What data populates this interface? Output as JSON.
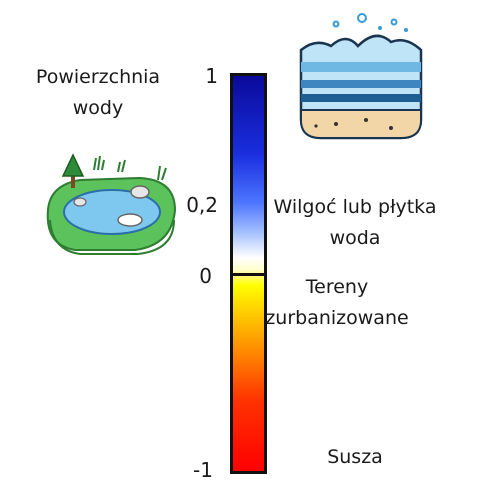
{
  "labels": {
    "water_surface": "Powierzchnia wody",
    "moisture": "Wilgoć lub płytka woda",
    "urban": "Tereny zurbanizowane",
    "drought": "Susza"
  },
  "scale": {
    "ticks": [
      "1",
      "0,2",
      "0",
      "-1"
    ],
    "colors": {
      "top": "#0a0a9a",
      "mid": "#ffffff",
      "yellow": "#ffff00",
      "bottom": "#ff0000"
    }
  },
  "icons": [
    "pond-icon",
    "water-layers-icon"
  ]
}
